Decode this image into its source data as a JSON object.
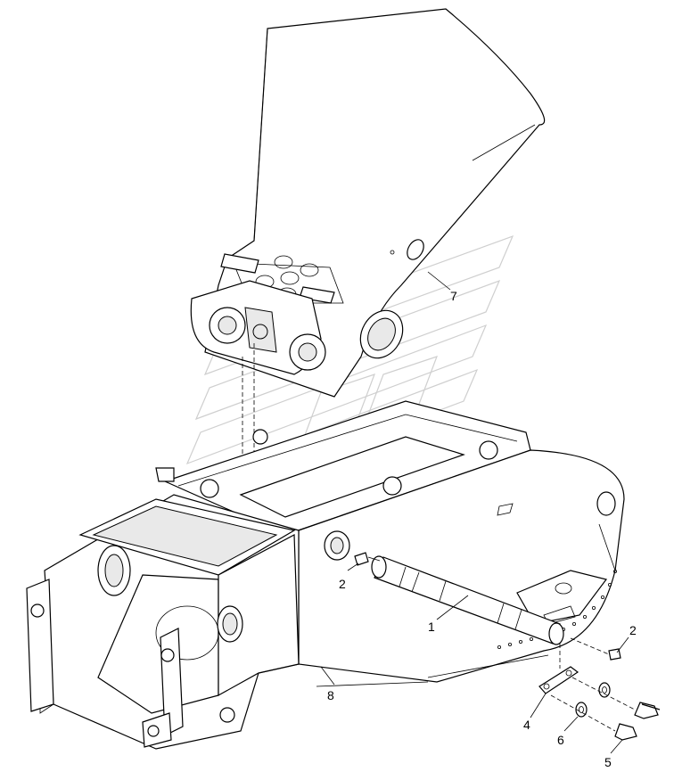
{
  "diagram": {
    "callouts": [
      {
        "id": "callout-1",
        "text": "1"
      },
      {
        "id": "callout-2a",
        "text": "2"
      },
      {
        "id": "callout-2b",
        "text": "2"
      },
      {
        "id": "callout-4",
        "text": "4"
      },
      {
        "id": "callout-5",
        "text": "5"
      },
      {
        "id": "callout-6",
        "text": "6"
      },
      {
        "id": "callout-7",
        "text": "7"
      },
      {
        "id": "callout-8",
        "text": "8"
      }
    ]
  },
  "colors": {
    "line": "#000000",
    "watermark": "#cfcfcf",
    "background": "#ffffff"
  }
}
